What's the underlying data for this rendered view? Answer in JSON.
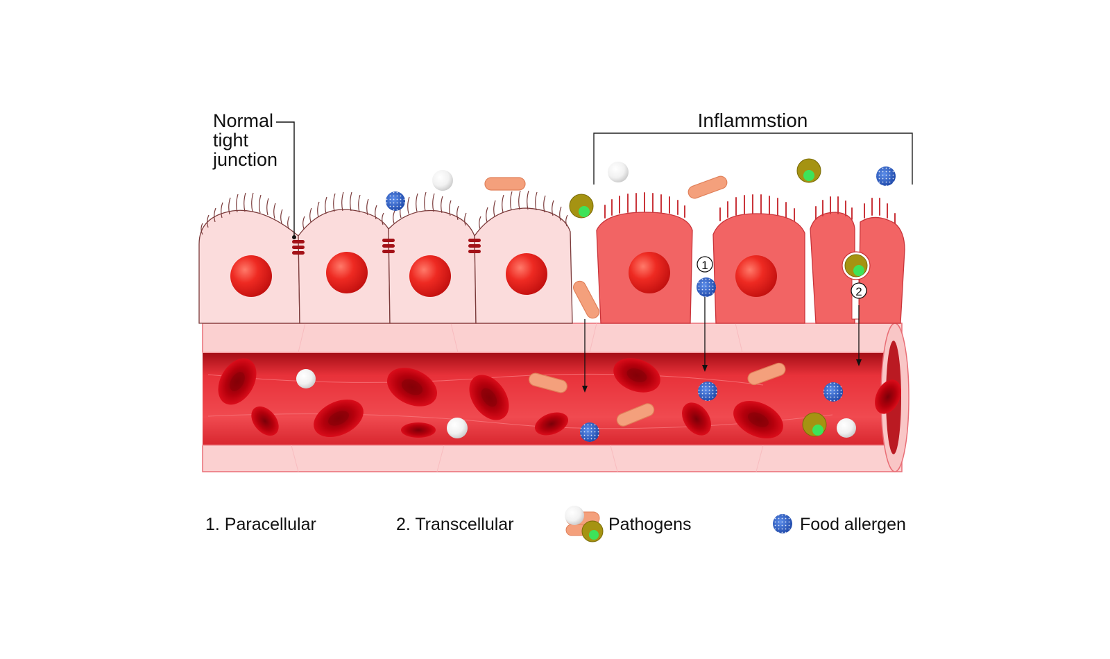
{
  "labels": {
    "normal_line1": "Normal",
    "normal_line2": "tight",
    "normal_line3": "junction",
    "inflammation": "Inflammstion",
    "marker_1": "1",
    "marker_2": "2"
  },
  "legend": {
    "paracellular": "1. Paracellular",
    "transcellular": "2. Transcellular",
    "pathogens": "Pathogens",
    "food_allergen": "Food allergen"
  },
  "colors": {
    "healthy_cell": "#fbdcdc",
    "inflamed_cell": "#f26464",
    "nucleus": "#e01e1e",
    "vessel": "#ef3d45",
    "rbc": "#c4000d",
    "bacterium": "#f4a07c",
    "allergen": "#2d62c9",
    "virus_shell": "#a59312",
    "virus_core": "#3ee35a",
    "junction": "#a31117"
  }
}
